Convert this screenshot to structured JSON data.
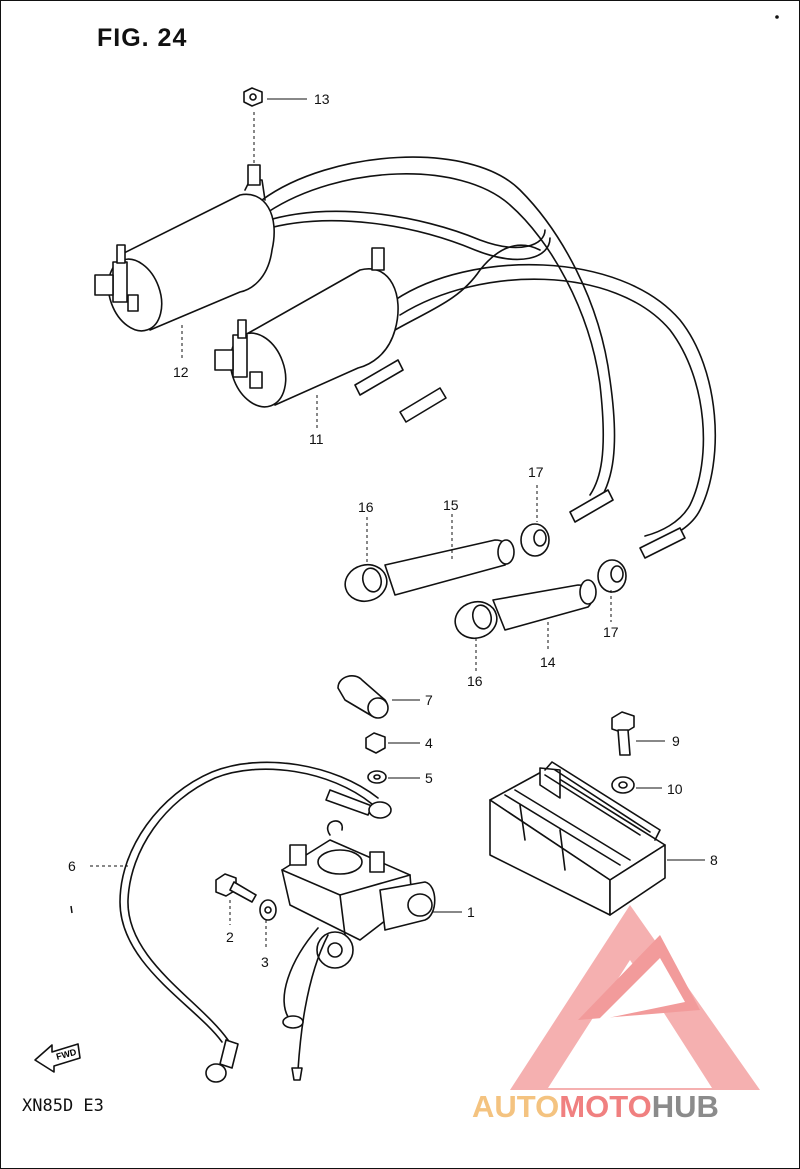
{
  "figure": {
    "title": "FIG. 24",
    "model_code": "XN85D  E3"
  },
  "callouts": [
    "1",
    "2",
    "3",
    "4",
    "5",
    "6",
    "7",
    "8",
    "9",
    "10",
    "11",
    "12",
    "13",
    "14",
    "15",
    "16",
    "16",
    "17",
    "17"
  ],
  "fwd_label": "FWD",
  "watermark": {
    "part1": "AUTO",
    "part2": "MOTO",
    "part3": "HUB",
    "colors": {
      "auto": "#f3b96a",
      "moto": "#ee6b6b",
      "hub": "#777777",
      "triangle": "#f08a8a"
    }
  }
}
